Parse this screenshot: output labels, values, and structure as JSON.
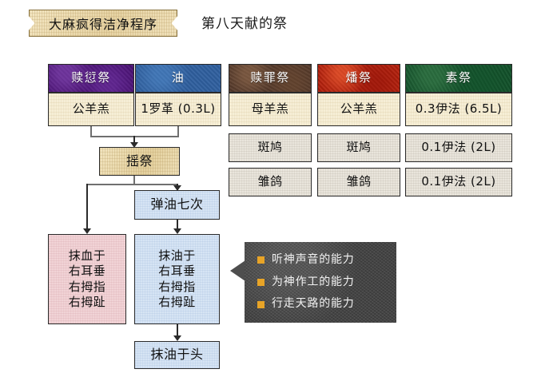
{
  "title": "大麻疯得洁净程序",
  "subtitle": "第八天献的祭",
  "offerings": [
    {
      "name": "赎愆祭",
      "color": "#4a1174",
      "items": [
        "公羊羔"
      ]
    },
    {
      "name": "油",
      "color": "#2f5f9e",
      "items": [
        "1罗革 (0.3L)"
      ]
    },
    {
      "name": "赎罪祭",
      "color": "#54392a",
      "items": [
        "母羊羔",
        "斑鸠",
        "雏鸽"
      ]
    },
    {
      "name": "燔祭",
      "color": "#b4200c",
      "items": [
        "公羊羔",
        "斑鸠",
        "雏鸽"
      ]
    },
    {
      "name": "素祭",
      "color": "#12512a",
      "items": [
        "0.3伊法 (6.5L)",
        "0.1伊法 (2L)",
        "0.1伊法 (2L)"
      ]
    }
  ],
  "flow": {
    "wave": "摇祭",
    "sprinkle_oil": "弹油七次",
    "blood_apply": {
      "line1": "抹血于",
      "line2": "右耳垂",
      "line3": "右拇指",
      "line4": "右拇趾"
    },
    "oil_apply": {
      "line1": "抹油于",
      "line2": "右耳垂",
      "line3": "右拇指",
      "line4": "右拇趾"
    },
    "oil_head": "抹油于头"
  },
  "callout": {
    "bullet_color": "#e8a427",
    "items": [
      "听神声音的能力",
      "为神作工的能力",
      "行走天路的能力"
    ]
  }
}
